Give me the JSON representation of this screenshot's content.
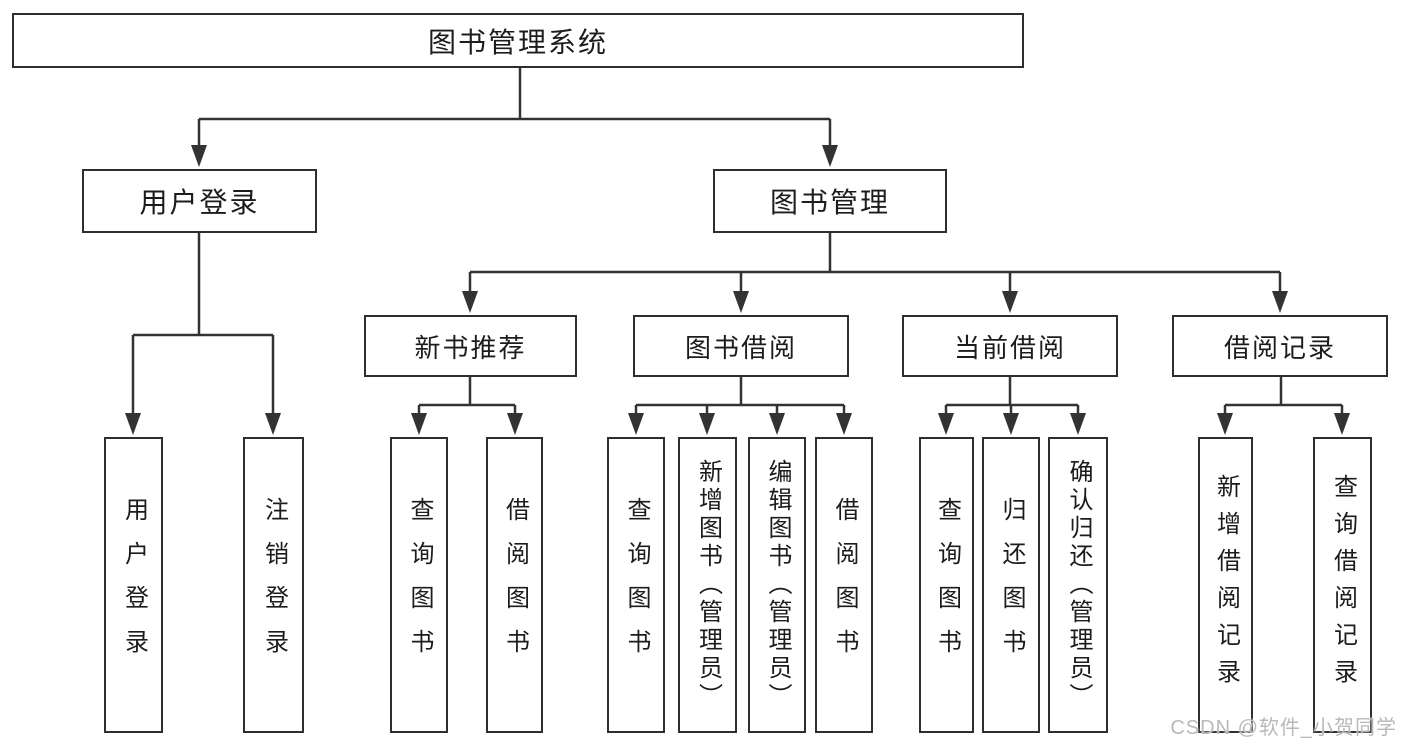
{
  "diagram_title": "图书管理系统",
  "nodes": {
    "root": "图书管理系统",
    "level2": [
      "用户登录",
      "图书管理"
    ],
    "level3": [
      "新书推荐",
      "图书借阅",
      "当前借阅",
      "借阅记录"
    ],
    "leaves_login": [
      "用户登录",
      "注销登录"
    ],
    "leaves_newbook": [
      "查询图书",
      "借阅图书"
    ],
    "leaves_borrow": [
      "查询图书",
      "新增图书（管理员）",
      "编辑图书（管理员）",
      "借阅图书"
    ],
    "leaves_current": [
      "查询图书",
      "归还图书",
      "确认归还（管理员）"
    ],
    "leaves_records": [
      "新增借阅记录",
      "查询借阅记录"
    ]
  },
  "watermark": {
    "text": "CSDN @软件_小贺同学"
  },
  "colors": {
    "line": "#333333",
    "border": "#2e2e2e",
    "text": "#1c1c1c",
    "watermark": "#b9b9b9",
    "background": "#ffffff"
  }
}
